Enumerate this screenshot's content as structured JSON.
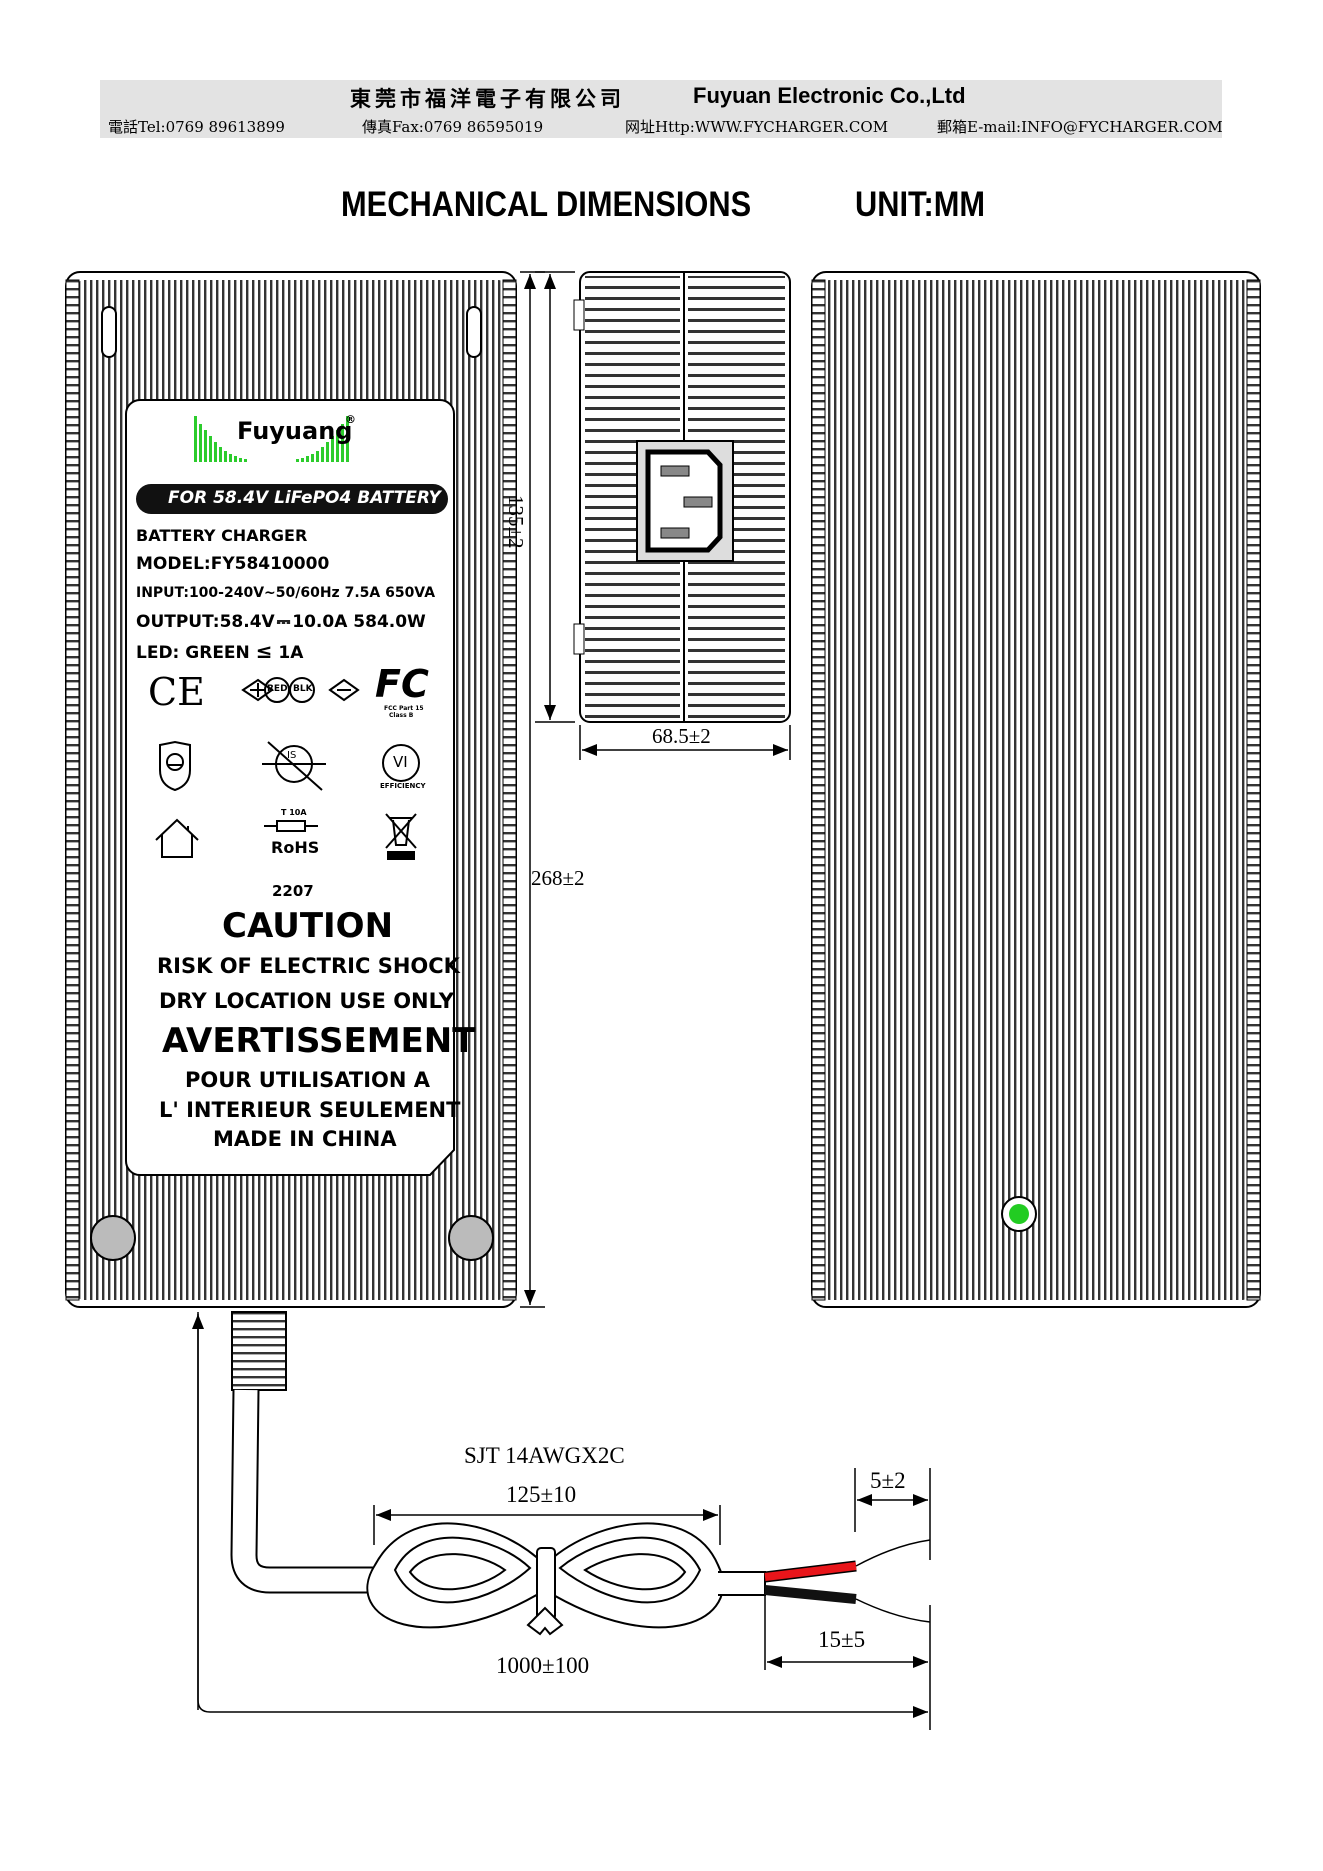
{
  "header": {
    "company_cn": "東莞市福洋電子有限公司",
    "company_en": "Fuyuan Electronic Co.,Ltd",
    "tel": "電話Tel:0769 89613899",
    "fax": "傳真Fax:0769 86595019",
    "web": "网址Http:WWW.FYCHARGER.COM",
    "email": "郵箱E-mail:INFO@FYCHARGER.COM"
  },
  "title": {
    "main": "MECHANICAL DIMENSIONS",
    "unit": "UNIT:MM"
  },
  "label": {
    "brand": "Fuyuang",
    "registered": "®",
    "battery_banner": "FOR 58.4V LiFePO4 BATTERY",
    "product": "BATTERY CHARGER",
    "model": "MODEL:FY58410000",
    "input": "INPUT:100-240V~50/60Hz 7.5A 650VA",
    "output_prefix": "OUTPUT:58.4V",
    "output_dc_symbol": "⎓",
    "output_suffix": "10.0A  584.0W",
    "led_prefix": "LED: GREEN",
    "led_symbol": "≤",
    "led_suffix": "1A",
    "ce_mark": "CE",
    "red_mark": "RED",
    "blk_mark": "BLK",
    "fc_mark": "FC",
    "fcc_note_1": "FCC Part 15",
    "fcc_note_2": "Class B",
    "is_mark": "IS",
    "vi_mark": "VI",
    "efficiency_note": "EFFICIENCY",
    "fuse_rating": "T 10A",
    "rohs": "RoHS",
    "date_code": "2207",
    "caution": "CAUTION",
    "caution_line1": "RISK OF ELECTRIC SHOCK",
    "caution_line2": "DRY LOCATION USE ONLY",
    "avertissement": "AVERTISSEMENT",
    "avert_line1": "POUR UTILISATION A",
    "avert_line2": "L' INTERIEUR SEULEMENT",
    "made_in": "MADE IN CHINA"
  },
  "dimensions": {
    "length": "268±2",
    "width": "135±2",
    "height": "68.5±2",
    "cable_spec": "SJT 14AWGX2C",
    "coil": "125±10",
    "cable_length": "1000±100",
    "strip": "5±2",
    "lead": "15±5"
  },
  "colors": {
    "led_green": "#22cc22",
    "wire_red": "#e8151a",
    "wire_black": "#111111",
    "logo_green": "#2ccc2c",
    "header_gray": "#e3e3e3"
  },
  "icons": [
    "ce-mark-icon",
    "safety-mark-icon",
    "fcc-icon",
    "transformer-icon",
    "is-icon",
    "vi-efficiency-icon",
    "indoor-house-icon",
    "fuse-icon",
    "weee-bin-icon",
    "ac-inlet-icon"
  ]
}
